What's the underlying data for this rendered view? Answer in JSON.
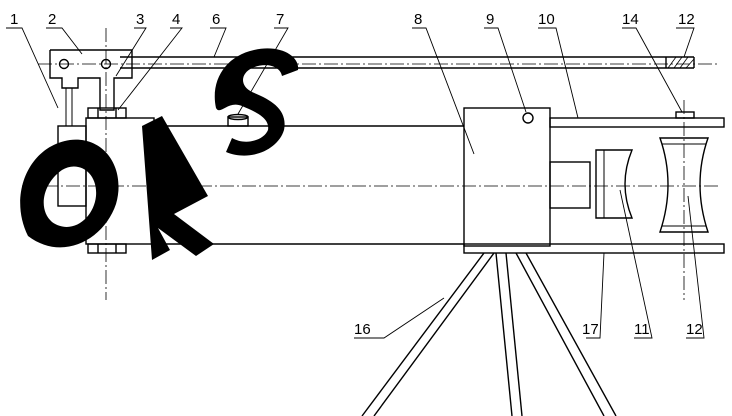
{
  "diagram": {
    "labels": [
      "1",
      "2",
      "3",
      "4",
      "6",
      "7",
      "8",
      "9",
      "10",
      "14",
      "12",
      "16",
      "17",
      "11",
      "12"
    ],
    "watermark": "oks"
  },
  "colors": {
    "line": "#000000",
    "background": "#ffffff",
    "watermark": "#000000"
  }
}
